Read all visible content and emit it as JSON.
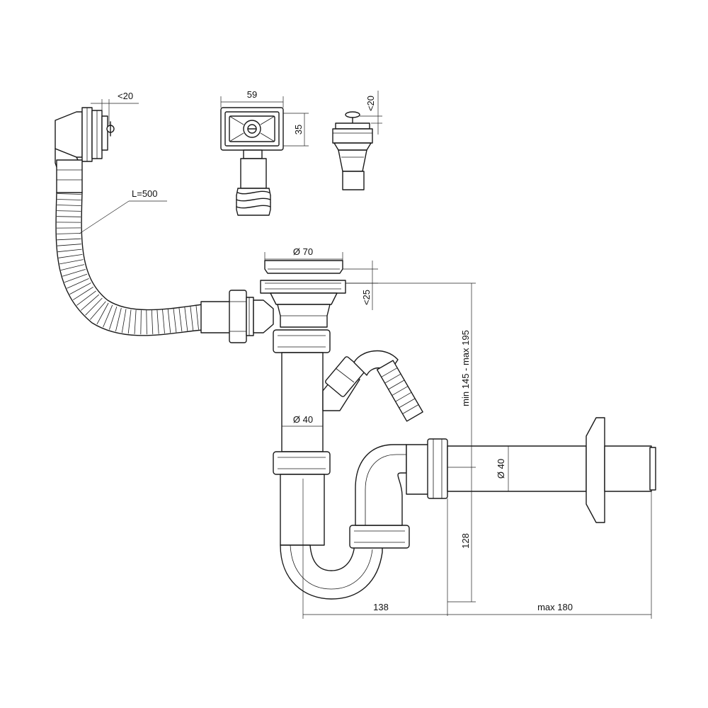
{
  "dimensions": {
    "overflow_gap": "<20",
    "overflow_length": "L=500",
    "grid_width": "59",
    "grid_height": "35",
    "plug_gap": "<20",
    "outlet_diameter": "Ø 70",
    "outlet_gap": "<25",
    "height_range": "min 145 - max 195",
    "pipe_diameter_vertical": "Ø 40",
    "pipe_diameter_horizontal": "Ø 40",
    "trap_height": "128",
    "trap_width": "138",
    "outlet_length": "max 180"
  }
}
